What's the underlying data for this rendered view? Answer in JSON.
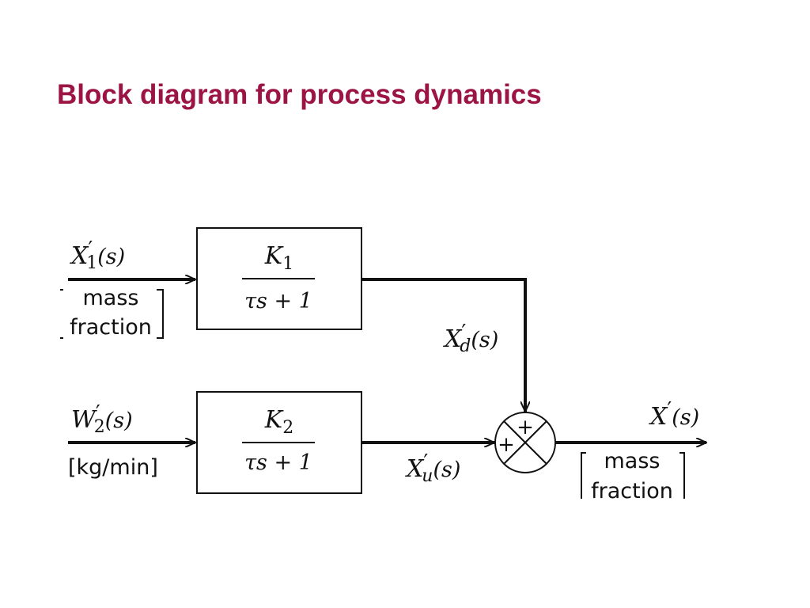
{
  "title": "Block diagram for process dynamics",
  "blocks": [
    {
      "gain": "K",
      "gain_sub": "1",
      "denominator": "τs + 1"
    },
    {
      "gain": "K",
      "gain_sub": "2",
      "denominator": "τs + 1"
    }
  ],
  "inputs": [
    {
      "var": "X",
      "sub": "1",
      "arg": "(s)",
      "unit_lines": [
        "mass",
        "fraction"
      ],
      "bracket": "square"
    },
    {
      "var": "W",
      "sub": "2",
      "arg": "(s)",
      "unit_lines": [
        "[kg/min]"
      ],
      "bracket": "inline"
    }
  ],
  "intermediate": [
    {
      "var": "X",
      "sub": "d",
      "arg": "(s)"
    },
    {
      "var": "X",
      "sub": "u",
      "arg": "(s)"
    }
  ],
  "summing_junction": {
    "signs": [
      "+",
      "+"
    ]
  },
  "output": {
    "var": "X",
    "arg": "(s)",
    "unit_lines": [
      "mass",
      "fraction"
    ]
  },
  "prime": "′"
}
